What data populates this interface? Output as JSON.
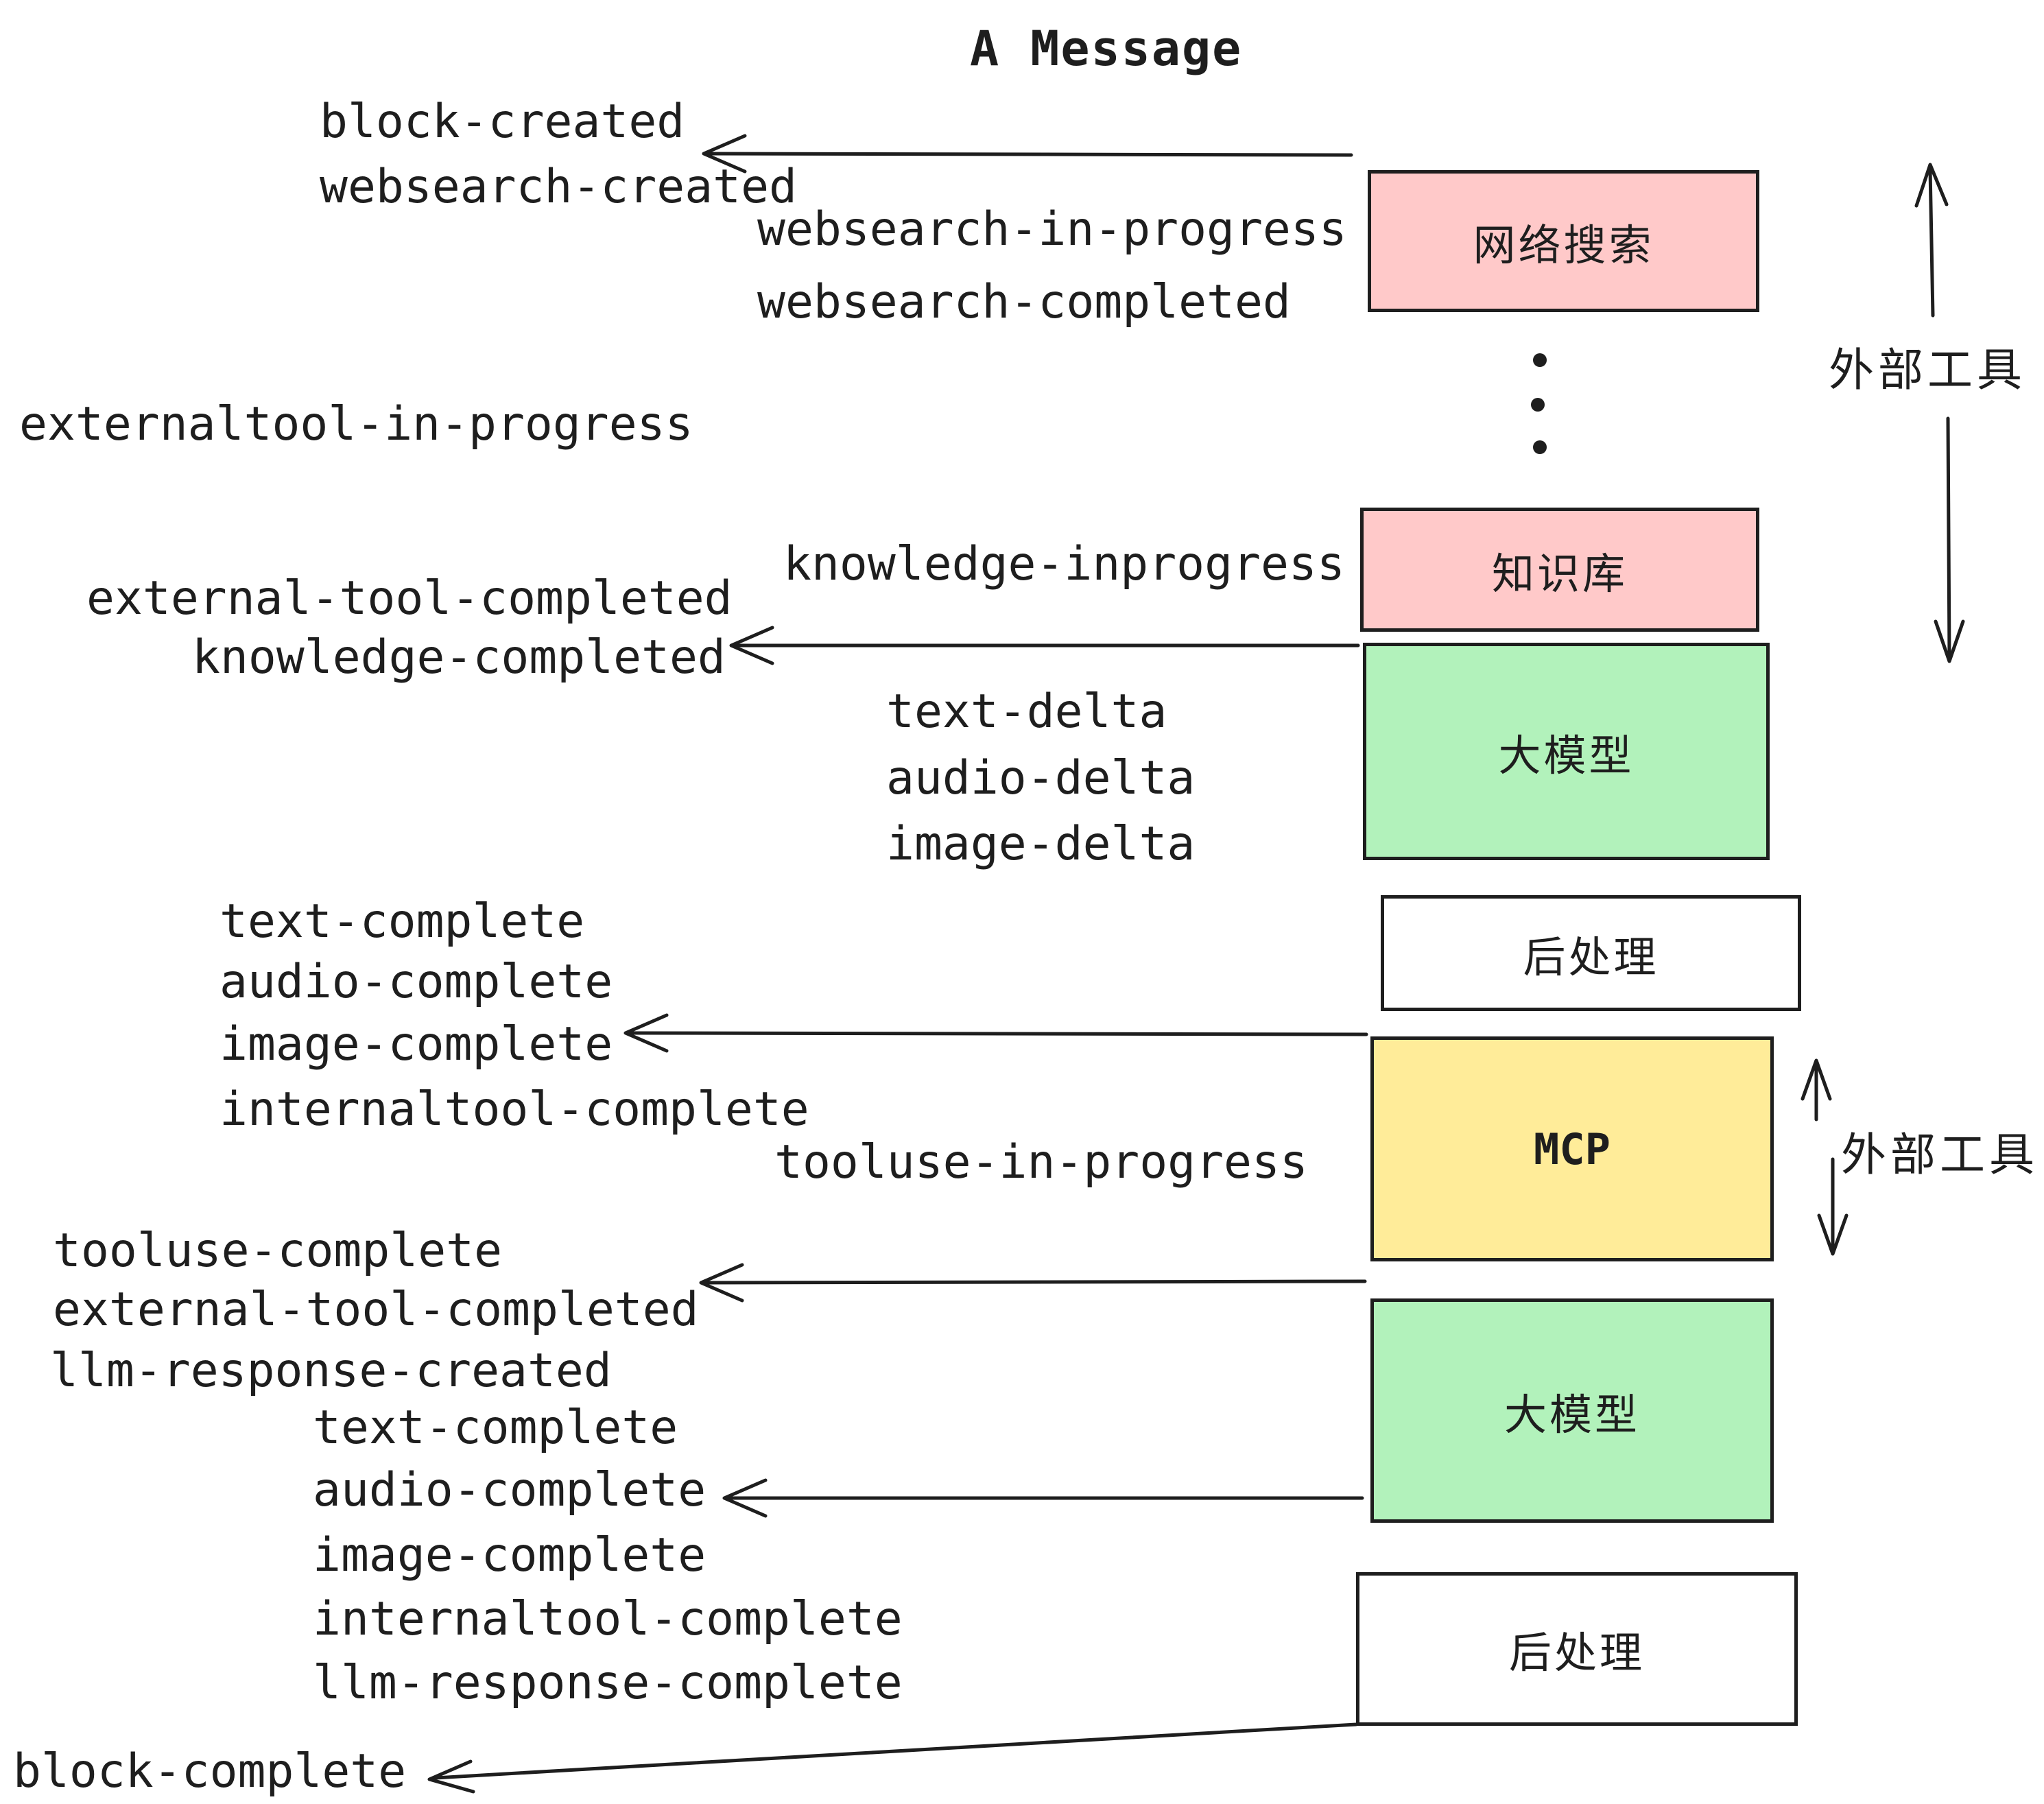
{
  "title": "A Message",
  "colors": {
    "pink": "#ffc9c9",
    "green": "#b2f2bb",
    "yellow": "#ffec99",
    "white": "#ffffff",
    "stroke": "#1e1e1e"
  },
  "boxes": {
    "websearch": "网络搜索",
    "knowledge": "知识库",
    "llm1": "大模型",
    "post1": "后处理",
    "mcp": "MCP",
    "llm2": "大模型",
    "post2": "后处理"
  },
  "side_labels": {
    "external_tools_top": "外部工具",
    "external_tools_mid": "外部工具"
  },
  "events": {
    "block_created": "block-created",
    "websearch_created": "websearch-created",
    "websearch_in_progress": "websearch-in-progress",
    "websearch_completed": "websearch-completed",
    "externaltool_in_progress": "externaltool-in-progress",
    "knowledge_inprogress": "knowledge-inprogress",
    "external_tool_completed": "external-tool-completed",
    "knowledge_completed": "knowledge-completed",
    "text_delta": "text-delta",
    "audio_delta": "audio-delta",
    "image_delta": "image-delta",
    "text_complete": "text-complete",
    "audio_complete": "audio-complete",
    "image_complete": "image-complete",
    "internaltool_complete": "internaltool-complete",
    "tooluse_in_progress": "tooluse-in-progress",
    "tooluse_complete": "tooluse-complete",
    "external_tool_completed_2": "external-tool-completed",
    "llm_response_created": "llm-response-created",
    "text_complete_2": "text-complete",
    "audio_complete_2": "audio-complete",
    "image_complete_2": "image-complete",
    "internaltool_complete_2": "internaltool-complete",
    "llm_response_complete": "llm-response-complete",
    "block_complete": "block-complete"
  }
}
